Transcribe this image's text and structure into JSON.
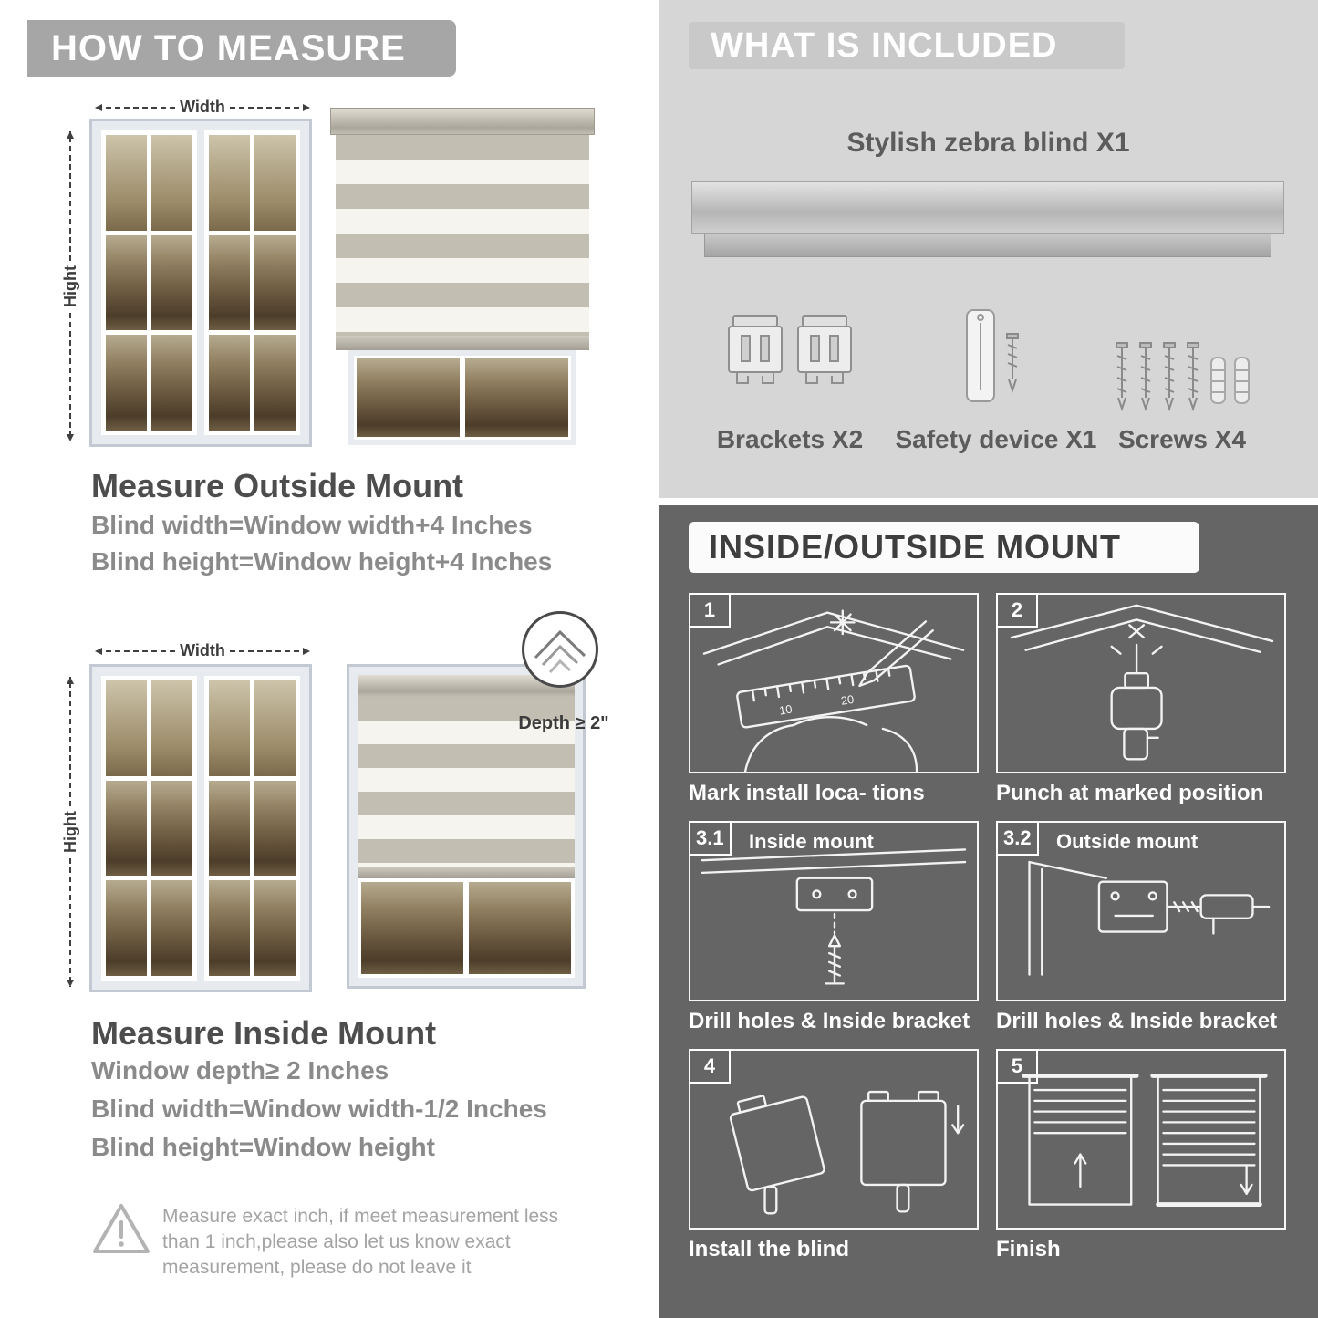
{
  "colors": {
    "banner_gray": "#a6a6a6",
    "included_bg": "#d6d6d6",
    "included_banner": "#c9c9c9",
    "dark_bg": "#656565",
    "mount_banner_bg": "#fbfbfb",
    "heading_text": "#4d4d4d",
    "body_text": "#8a8a8a"
  },
  "measure": {
    "header": "HOW TO MEASURE",
    "outside": {
      "width_label": "Width",
      "height_label": "Hight",
      "title": "Measure Outside Mount",
      "rule1": "Blind width=Window width+4 Inches",
      "rule2": "Blind height=Window height+4 Inches"
    },
    "inside": {
      "width_label": "Width",
      "height_label": "Hight",
      "depth_note": "Depth ≥ 2\"",
      "title": "Measure Inside Mount",
      "rule1": "Window depth≥ 2 Inches",
      "rule2": "Blind width=Window width-1/2 Inches",
      "rule3": "Blind height=Window height"
    },
    "warning": "Measure exact inch, if meet measurement less\nthan 1 inch,please also let us know exact\nmeasurement, please do not leave it"
  },
  "included": {
    "header": "WHAT IS INCLUDED",
    "blind_label": "Stylish zebra blind X1",
    "parts": [
      {
        "label": "Brackets X2"
      },
      {
        "label": "Safety device X1"
      },
      {
        "label": "Screws X4"
      }
    ]
  },
  "mount": {
    "header": "INSIDE/OUTSIDE MOUNT",
    "steps": [
      {
        "num": "1",
        "label": "",
        "caption": "Mark install loca- tions"
      },
      {
        "num": "2",
        "label": "",
        "caption": "Punch at  marked position"
      },
      {
        "num": "3.1",
        "label": "Inside mount",
        "caption": "Drill holes &  Inside bracket"
      },
      {
        "num": "3.2",
        "label": "Outside mount",
        "caption": "Drill holes &  Inside bracket"
      },
      {
        "num": "4",
        "label": "",
        "caption": "Install the blind"
      },
      {
        "num": "5",
        "label": "",
        "caption": "Finish"
      }
    ]
  }
}
